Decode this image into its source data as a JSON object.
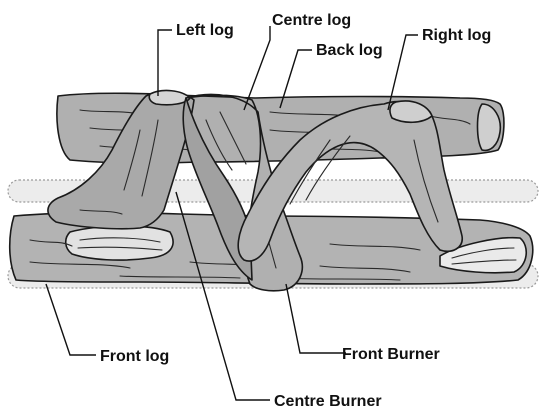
{
  "labels": {
    "left_log": "Left log",
    "centre_log": "Centre log",
    "back_log": "Back log",
    "right_log": "Right log",
    "front_log": "Front log",
    "front_burner": "Front Burner",
    "centre_burner": "Centre Burner"
  },
  "colors": {
    "log_fill": "#b3b3b3",
    "log_shade": "#9c9c9c",
    "log_light": "#e6e6e6",
    "outline": "#1a1a1a",
    "burner_fill": "#ececec"
  }
}
